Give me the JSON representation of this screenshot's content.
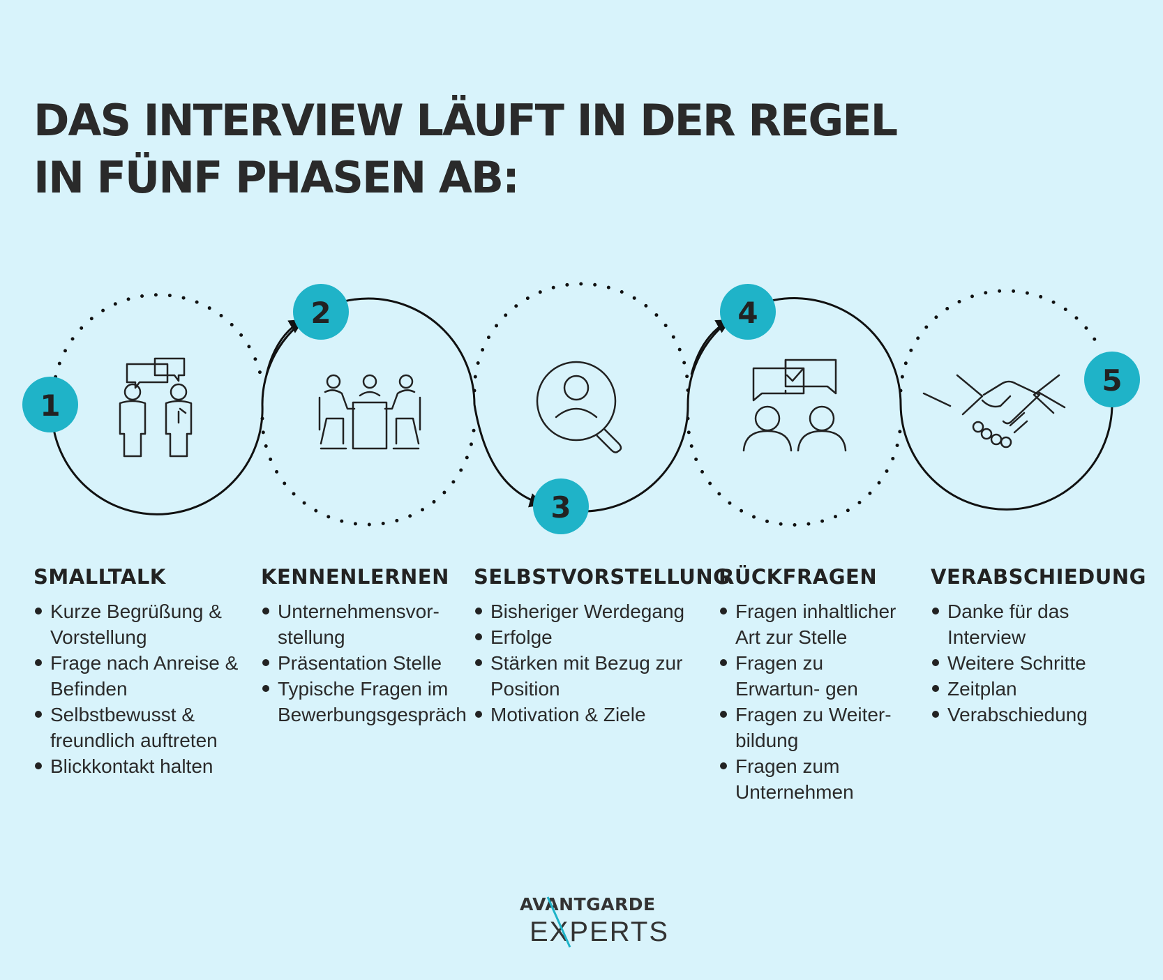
{
  "title": {
    "line1": "DAS INTERVIEW LÄUFT IN DER REGEL",
    "line2": "IN FÜNF PHASEN AB:"
  },
  "colors": {
    "background": "#d8f3fb",
    "accent": "#1fb3c8",
    "text": "#222222"
  },
  "steps": [
    "1",
    "2",
    "3",
    "4",
    "5"
  ],
  "icons": [
    "two-people-talking-icon",
    "meeting-table-icon",
    "magnifier-person-icon",
    "people-chat-check-icon",
    "handshake-icon"
  ],
  "phases": [
    {
      "heading": "SMALLTALK",
      "items": [
        "Kurze Begrüßung & Vorstellung",
        "Frage nach Anreise & Befinden",
        "Selbstbewusst & freundlich auftreten",
        "Blickkontakt halten"
      ]
    },
    {
      "heading": "KENNENLERNEN",
      "items": [
        "Unternehmensvor- stellung",
        "Präsentation Stelle",
        "Typische Fragen im Bewerbungsgespräch"
      ]
    },
    {
      "heading": "SELBSTVORSTELLUNG",
      "items": [
        "Bisheriger Werdegang",
        "Erfolge",
        "Stärken mit Bezug zur Position",
        "Motivation & Ziele"
      ]
    },
    {
      "heading": "RÜCKFRAGEN",
      "items": [
        "Fragen inhaltlicher Art zur Stelle",
        "Fragen zu Erwartun- gen",
        "Fragen zu Weiter- bildung",
        "Fragen zum Unternehmen"
      ]
    },
    {
      "heading": "VERABSCHIEDUNG",
      "items": [
        "Danke für das Interview",
        "Weitere Schritte",
        "Zeitplan",
        "Verabschiedung"
      ]
    }
  ],
  "logo": {
    "line1": "AVANTGARDE",
    "line2": "EXPERTS"
  }
}
